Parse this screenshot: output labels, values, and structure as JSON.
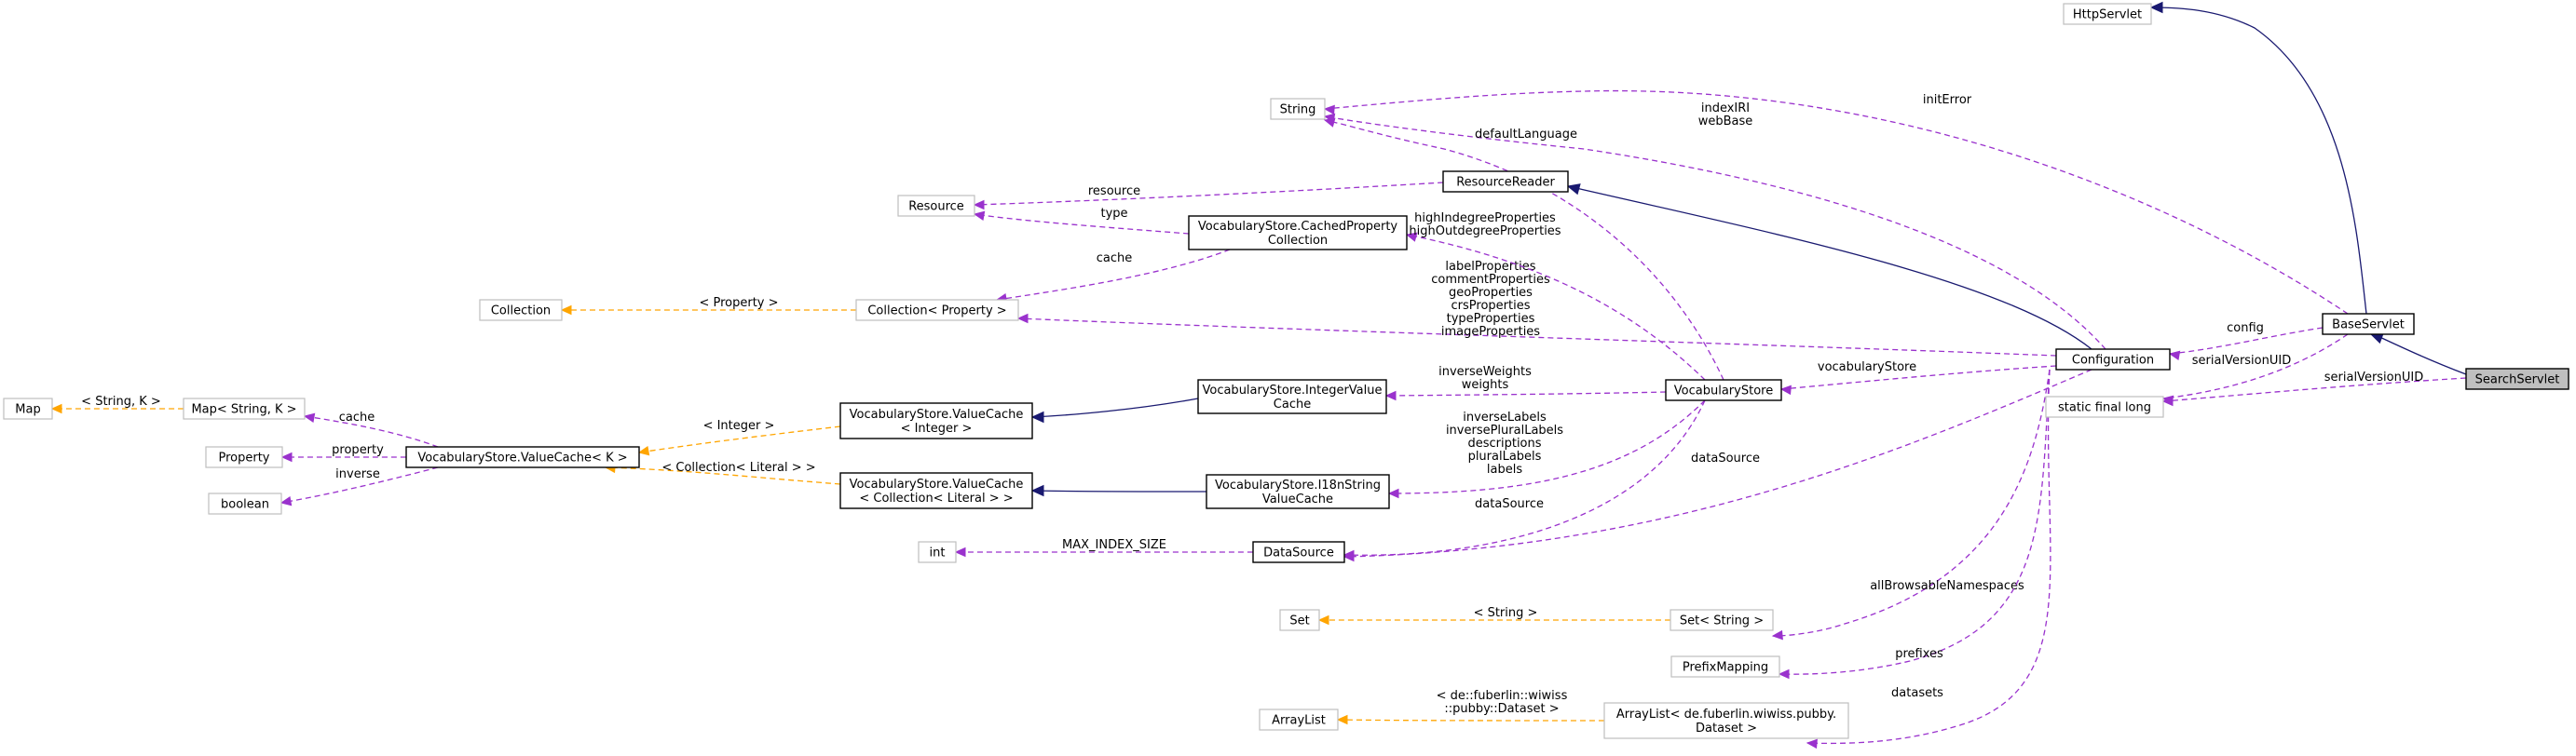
{
  "diagram": {
    "nodes": {
      "searchservlet": [
        "SearchServlet"
      ],
      "baseservlet": [
        "BaseServlet"
      ],
      "httpservlet": [
        "HttpServlet"
      ],
      "staticfinallong": [
        "static final long"
      ],
      "configuration": [
        "Configuration"
      ],
      "string": [
        "String"
      ],
      "resourcereader": [
        "ResourceReader"
      ],
      "resource": [
        "Resource"
      ],
      "cachedprop": [
        "VocabularyStore.CachedProperty",
        "Collection"
      ],
      "collection": [
        "Collection"
      ],
      "collectionprop": [
        "Collection< Property >"
      ],
      "map": [
        "Map"
      ],
      "mapstringk": [
        "Map< String, K >"
      ],
      "property": [
        "Property"
      ],
      "boolean": [
        "boolean"
      ],
      "valuecachek": [
        "VocabularyStore.ValueCache< K >"
      ],
      "valuecacheint": [
        "VocabularyStore.ValueCache",
        "< Integer >"
      ],
      "valuecachecoll": [
        "VocabularyStore.ValueCache",
        "< Collection< Literal > >"
      ],
      "integervaluecache": [
        "VocabularyStore.IntegerValue",
        "Cache"
      ],
      "i18nvaluecache": [
        "VocabularyStore.I18nString",
        "ValueCache"
      ],
      "vocabularystore": [
        "VocabularyStore"
      ],
      "int": [
        "int"
      ],
      "datasource": [
        "DataSource"
      ],
      "set": [
        "Set"
      ],
      "setstring": [
        "Set< String >"
      ],
      "prefixmapping": [
        "PrefixMapping"
      ],
      "arraylist": [
        "ArrayList"
      ],
      "arraylistdataset": [
        "ArrayList< de.fuberlin.wiwiss.pubby.",
        "Dataset >"
      ]
    },
    "edge_labels": {
      "searchservlet_serialversionuid": [
        "serialVersionUID"
      ],
      "baseservlet_serialversionuid": [
        "serialVersionUID"
      ],
      "baseservlet_initerror": [
        "initError"
      ],
      "baseservlet_config": [
        "config"
      ],
      "configuration_indexiri": [
        "indexIRI",
        "webBase"
      ],
      "configuration_vocabularystore": [
        "vocabularyStore"
      ],
      "configuration_collection": [
        "labelProperties",
        "commentProperties",
        "geoProperties",
        "crsProperties",
        "typeProperties",
        "imageProperties"
      ],
      "configuration_datasource": [
        "dataSource"
      ],
      "configuration_allbrowsable": [
        "allBrowsableNamespaces"
      ],
      "configuration_prefixes": [
        "prefixes"
      ],
      "configuration_datasets": [
        "datasets"
      ],
      "vocab_defaultlanguage": [
        "defaultLanguage"
      ],
      "vocab_highdegree": [
        "highIndegreeProperties",
        "highOutdegreeProperties"
      ],
      "vocab_inverseweights": [
        "inverseWeights",
        "weights"
      ],
      "vocab_labels": [
        "inverseLabels",
        "inversePluralLabels",
        "descriptions",
        "pluralLabels",
        "labels"
      ],
      "vocab_datasource": [
        "dataSource"
      ],
      "resourcereader_resource": [
        "resource"
      ],
      "cachedprop_type": [
        "type"
      ],
      "cachedprop_cache": [
        "cache"
      ],
      "collection_property": [
        "< Property >"
      ],
      "map_string_k": [
        "< String, K >"
      ],
      "valuecachek_cache": [
        "cache"
      ],
      "valuecachek_property": [
        "property"
      ],
      "valuecachek_inverse": [
        "inverse"
      ],
      "valuecache_integer": [
        "< Integer >"
      ],
      "valuecache_collection": [
        "< Collection< Literal > >"
      ],
      "datasource_maxindex": [
        "MAX_INDEX_SIZE"
      ],
      "set_string": [
        "< String >"
      ],
      "arraylist_dataset": [
        "< de::fuberlin::wiwiss",
        "::pubby::Dataset >"
      ]
    }
  },
  "colors": {
    "inheritance": "#191970",
    "usage": "#9a32cd",
    "template": "#ffa500",
    "focus_fill": "#bfbfbf"
  }
}
